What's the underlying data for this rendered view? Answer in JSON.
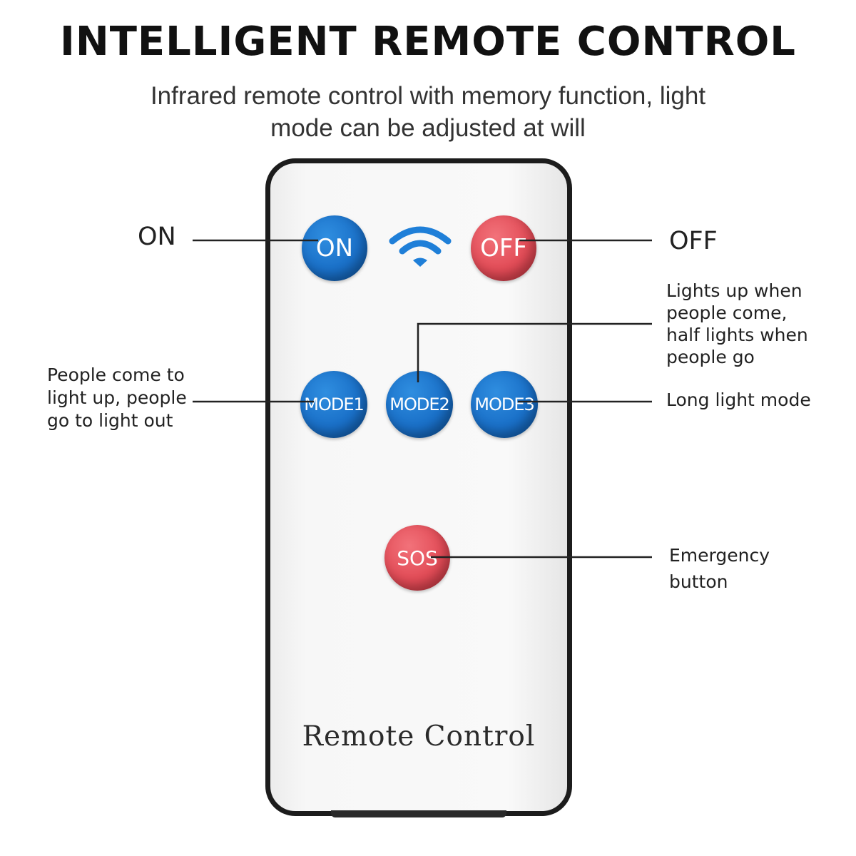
{
  "header": {
    "title": "INTELLIGENT REMOTE CONTROL",
    "subtitle_lines": [
      "Infrared remote control with memory function, light",
      "mode can be adjusted at will"
    ]
  },
  "remote": {
    "label": "Remote Control",
    "buttons": {
      "on": "ON",
      "off": "OFF",
      "mode1": "MODE1",
      "mode2": "MODE2",
      "mode3": "MODE3",
      "sos": "SOS"
    },
    "icon": "wifi-signal-icon"
  },
  "callouts": {
    "on": "ON",
    "off": "OFF",
    "mode1_lines": [
      "People come to",
      "light up, people",
      "go to light out"
    ],
    "mode2_lines": [
      "Lights up when",
      "people come,",
      "half lights when",
      "people go"
    ],
    "mode3": "Long light mode",
    "sos_lines": [
      "Emergency",
      "button"
    ]
  },
  "colors": {
    "button_blue": "#1a70c8",
    "button_red": "#e24c57",
    "wifi_blue": "#1f7fd8"
  }
}
